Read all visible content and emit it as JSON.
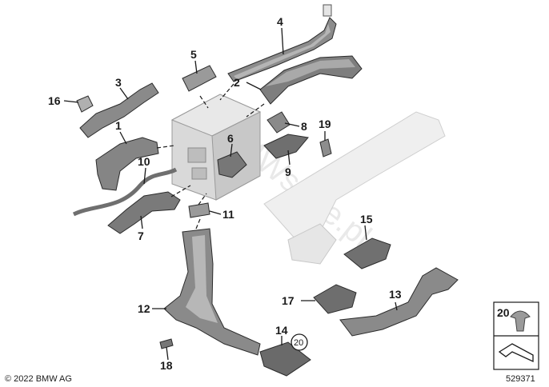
{
  "copyright": "© 2022 BMW AG",
  "diagram_number": "529371",
  "watermark": "BMWstore.pl",
  "callouts": {
    "c1": "1",
    "c2": "2",
    "c3": "3",
    "c4": "4",
    "c5": "5",
    "c6": "6",
    "c7": "7",
    "c8": "8",
    "c9": "9",
    "c10": "10",
    "c11": "11",
    "c12": "12",
    "c13": "13",
    "c14": "14",
    "c15": "15",
    "c16": "16",
    "c17": "17",
    "c18": "18",
    "c19": "19",
    "c20": "20",
    "c20_box": "20"
  }
}
